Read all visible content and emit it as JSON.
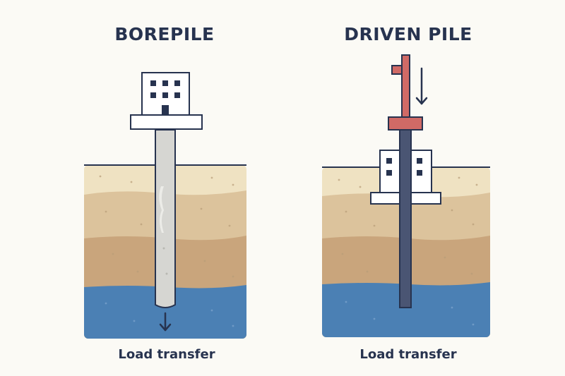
{
  "left_panel": {
    "title": "BOREPILE",
    "caption": "Load transfer"
  },
  "right_panel": {
    "title": "DRIVEN PILE",
    "caption": "Load transfer"
  },
  "colors": {
    "background": "#fbfaf5",
    "outline": "#27334f",
    "soil_top": "#efe2c2",
    "soil_mid": "#dcc39c",
    "soil_deep": "#c9a57c",
    "groundwater": "#4b80b4",
    "concrete_pile": "#d6d6d2",
    "steel_pile": "#4a5573",
    "driving_rig": "#d06a66",
    "building": "#ffffff"
  },
  "icons": [
    "building-icon",
    "down-arrow-icon"
  ]
}
